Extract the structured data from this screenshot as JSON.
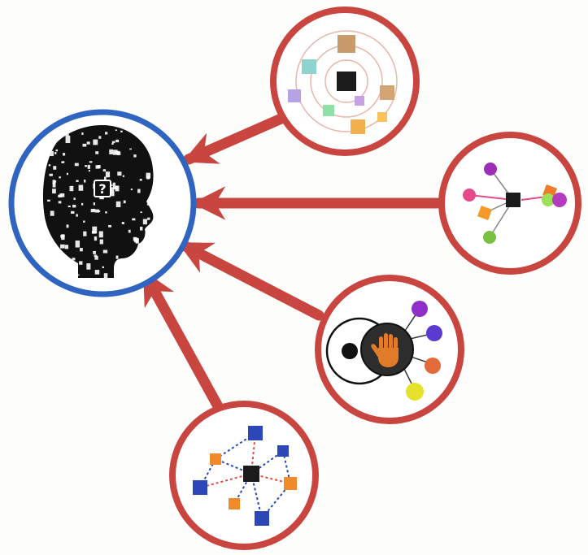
{
  "diagram": {
    "colors": {
      "background": "#fdfdfb",
      "arrow": "#c8463f",
      "outer_ring": "#c8463f",
      "center_ring": "#2f64c0",
      "head": "#111111",
      "hub": "#1b1b1b"
    },
    "center_node": {
      "icon": "head-silhouette-of-symbols-icon",
      "glyph": "?"
    },
    "source_nodes": [
      {
        "id": "orbit",
        "icon": "concentric-orbit-squares-icon",
        "square_colors": [
          "#c99a6b",
          "#8fd3cf",
          "#b7a2e6",
          "#8fe0a6",
          "#f3b14d",
          "#c7a2e0",
          "#f7c35a",
          "#d4a574"
        ]
      },
      {
        "id": "flow",
        "icon": "hub-with-converging-dots-icon",
        "node_colors": [
          "#9b2fb8",
          "#e64a8b",
          "#f39a2b",
          "#7ac142",
          "#f07b27",
          "#9be25a",
          "#b43bbd"
        ]
      },
      {
        "id": "hand",
        "icon": "hand-with-satellite-dots-icon",
        "node_colors": [
          "#8f2fc7",
          "#5a3bd0",
          "#e26a3b",
          "#e6e12b",
          "#e07b2a"
        ]
      },
      {
        "id": "network",
        "icon": "network-graph-icon",
        "node_colors": [
          "#2c48b8",
          "#f08a2a",
          "#2c48b8",
          "#f08a2a",
          "#2c48b8",
          "#f08a2a",
          "#2c48b8",
          "#2c48b8"
        ]
      }
    ]
  }
}
